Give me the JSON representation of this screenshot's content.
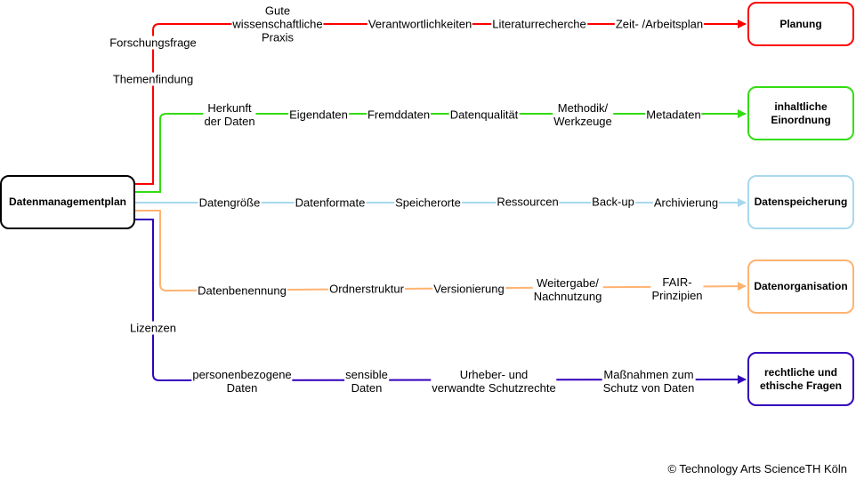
{
  "root": {
    "label": "Datenmanagementplan"
  },
  "branches": [
    {
      "key": "planung",
      "color": "#ff0000",
      "target": "Planung",
      "steps": [
        "Gute\nwissenschaftliche\nPraxis",
        "Verantwortlichkeiten",
        "Literaturrecherche",
        "Zeit- /Arbeitsplan"
      ],
      "side_labels": [
        "Forschungsfrage",
        "Themenfindung"
      ]
    },
    {
      "key": "inhalt",
      "color": "#33dd11",
      "target": "inhaltliche\nEinordnung",
      "steps": [
        "Herkunft\nder Daten",
        "Eigendaten",
        "Fremddaten",
        "Datenqualität",
        "Methodik/\nWerkzeuge",
        "Metadaten"
      ]
    },
    {
      "key": "speicherung",
      "color": "#a8d8ee",
      "target": "Datenspeicherung",
      "steps": [
        "Datengröße",
        "Datenformate",
        "Speicherorte",
        "Ressourcen",
        "Back-up",
        "Archivierung"
      ]
    },
    {
      "key": "organisation",
      "color": "#ffb370",
      "target": "Datenorganisation",
      "steps": [
        "Datenbenennung",
        "Ordnerstruktur",
        "Versionierung",
        "Weitergabe/\nNachnutzung",
        "FAIR-\nPrinzipien"
      ]
    },
    {
      "key": "recht",
      "color": "#3300bb",
      "target": "rechtliche und\nethische Fragen",
      "steps": [
        "personenbezogene\nDaten",
        "sensible\nDaten",
        "Urheber- und\nverwandte Schutzrechte",
        "Maßnahmen zum\nSchutz von Daten"
      ],
      "side_labels": [
        "Lizenzen"
      ]
    }
  ],
  "footer": "© Technology Arts ScienceTH Köln"
}
